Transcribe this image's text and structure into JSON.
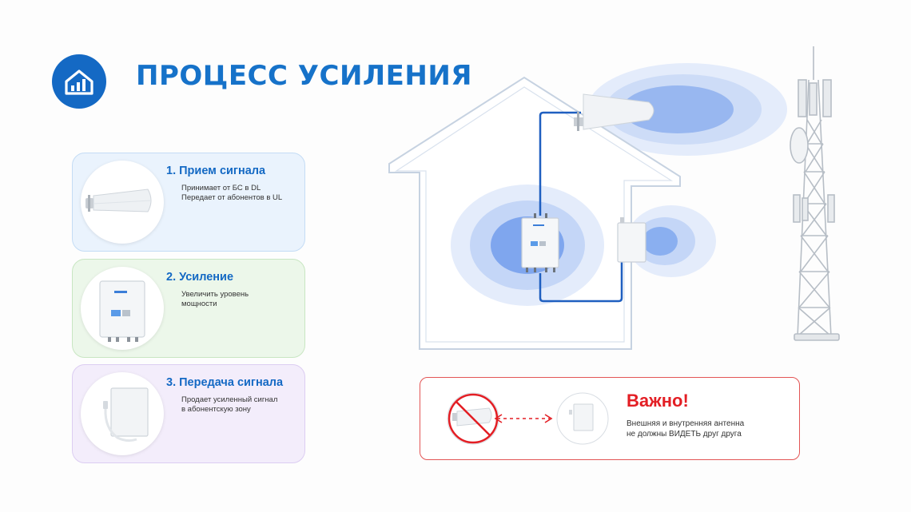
{
  "header": {
    "title": "ПРОЦЕСС УСИЛЕНИЯ",
    "icon": "house-chart-icon",
    "accent_color": "#1469c4"
  },
  "steps": [
    {
      "title": "1. Прием сигнала",
      "lines": [
        "Принимает от БС в DL",
        "Передает от абонентов в UL"
      ],
      "icon": "outdoor-yagi-antenna-icon",
      "color": "#eaf3fd"
    },
    {
      "title": "2. Усиление",
      "lines": [
        "Увеличить уровень",
        "мощности"
      ],
      "icon": "repeater-amplifier-icon",
      "color": "#ecf7ea"
    },
    {
      "title": "3. Передача сигнала",
      "lines": [
        "Продает усиленный сигнал",
        "в абонентскую зону"
      ],
      "icon": "indoor-panel-antenna-icon",
      "color": "#f3edfb"
    }
  ],
  "diagram": {
    "cable_color": "#1f5fc0",
    "signal_color": "#5b8fe6",
    "icons": [
      "house-outline-icon",
      "outdoor-antenna-icon",
      "repeater-icon",
      "indoor-antenna-icon",
      "cell-tower-icon"
    ]
  },
  "warning": {
    "title": "Важно!",
    "lines": [
      "Внешняя и внутренняя антенна",
      "не должны ВИДЕТЬ друг друга"
    ],
    "color": "#e31e24",
    "icons": [
      "crossed-antenna-icon",
      "indoor-panel-icon",
      "dashed-arrow-icon"
    ]
  }
}
